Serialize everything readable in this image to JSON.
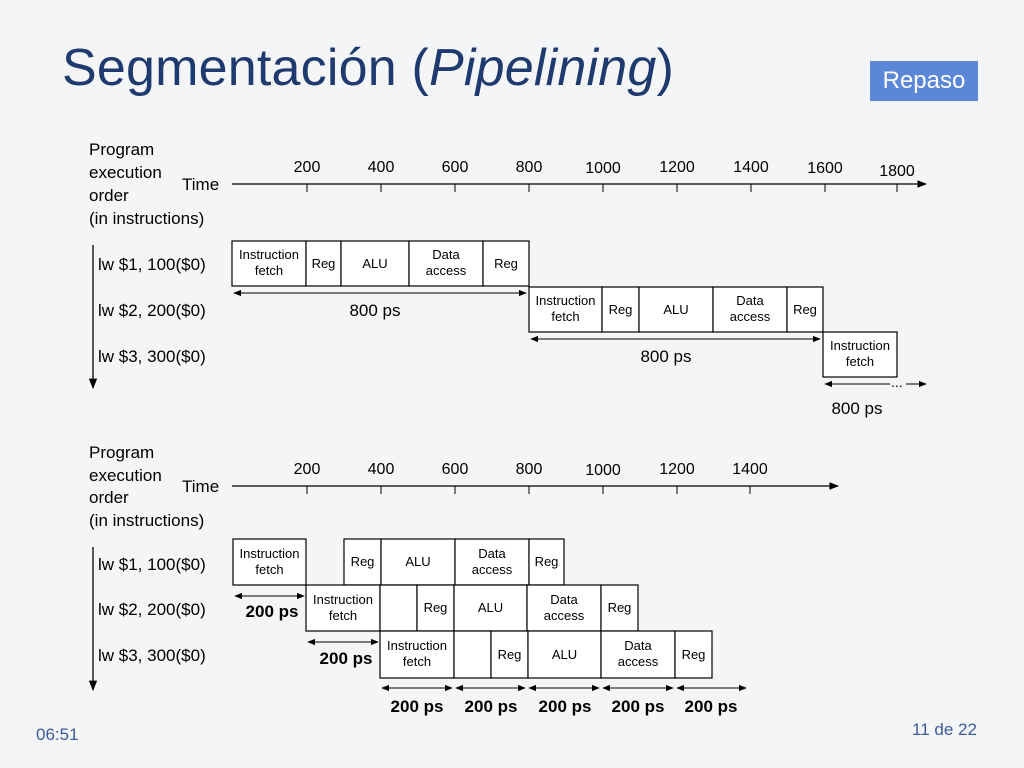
{
  "slide": {
    "title_main": "Segmentación (",
    "title_italic": "Pipelining",
    "title_close": ")",
    "badge": "Repaso",
    "footer_time": "06:51",
    "footer_page": "11 de 22"
  },
  "diagram_common": {
    "order_label": [
      "Program",
      "execution",
      "order",
      "(in instructions)"
    ],
    "time_label": "Time",
    "instructions": [
      "lw  $1, 100($0)",
      "lw  $2,  200($0)",
      "lw  $3,  300($0)"
    ],
    "stages": {
      "if": [
        "Instruction",
        "fetch"
      ],
      "reg": "Reg",
      "alu": "ALU",
      "dm": [
        "Data",
        "access"
      ]
    }
  },
  "top_diagram": {
    "ticks": [
      "200",
      "400",
      "600",
      "800",
      "1000",
      "1200",
      "1400",
      "1600",
      "1800"
    ],
    "gap_labels": [
      "800 ps",
      "800 ps",
      "800 ps"
    ],
    "ellipsis": "..."
  },
  "bottom_diagram": {
    "ticks": [
      "200",
      "400",
      "600",
      "800",
      "1000",
      "1200",
      "1400"
    ],
    "offset_labels": [
      "200 ps",
      "200 ps"
    ],
    "stage_labels": [
      "200 ps",
      "200 ps",
      "200 ps",
      "200 ps",
      "200 ps"
    ]
  }
}
